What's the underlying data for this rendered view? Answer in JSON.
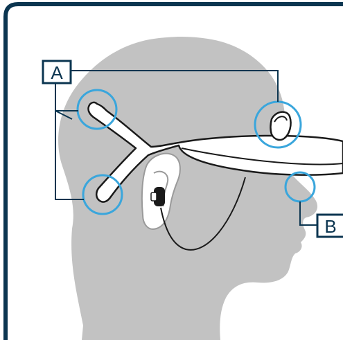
{
  "colors": {
    "frame": "#0b3550",
    "silhouette": "#c2c2c2",
    "device_outline": "#1a1a1a",
    "device_fill": "#ffffff",
    "highlight_circle": "#3aa6dc",
    "leader_line": "#0b3550"
  },
  "callouts": {
    "a": {
      "label": "A"
    },
    "b": {
      "label": "B"
    }
  },
  "icons": {
    "silhouette": "head-silhouette",
    "device": "neckband-device",
    "earbud": "earbud-icon"
  }
}
